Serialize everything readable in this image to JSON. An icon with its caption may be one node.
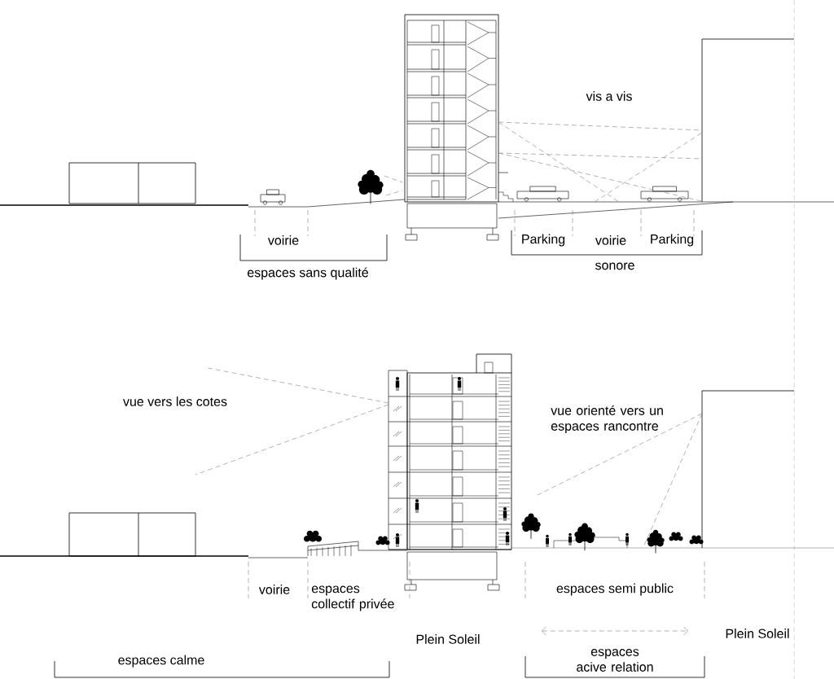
{
  "diagram": {
    "labels": [
      "vis a vis",
      "voirie",
      "Parking",
      "voirie",
      "Parking",
      "espaces sans qualité",
      "sonore",
      "vue vers les cotes",
      "vue orienté vers un espaces rancontre",
      "voirie",
      "espaces collectif privée",
      "espaces semi public",
      "Plein Soleil",
      "Plein Soleil",
      "espaces calme",
      "espaces acive relation"
    ]
  }
}
